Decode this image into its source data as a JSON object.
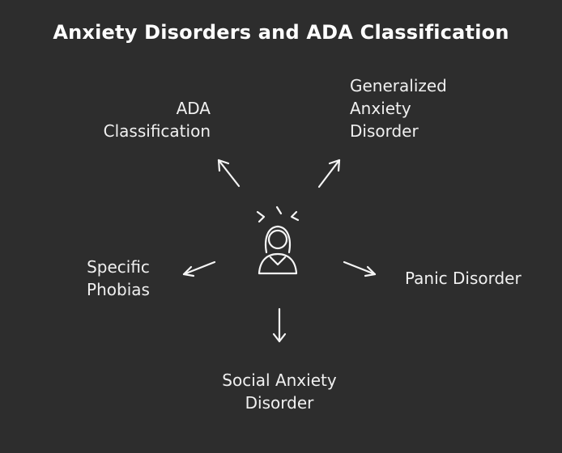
{
  "title": "Anxiety Disorders and ADA Classification",
  "center_icon": "stressed-person-icon",
  "nodes": [
    {
      "id": "ada",
      "label": "ADA\nClassification"
    },
    {
      "id": "gad",
      "label": "Generalized\nAnxiety\nDisorder"
    },
    {
      "id": "specific",
      "label": "Specific\nPhobias"
    },
    {
      "id": "panic",
      "label": "Panic Disorder"
    },
    {
      "id": "social",
      "label": "Social Anxiety\nDisorder"
    }
  ],
  "colors": {
    "background": "#2d2d2d",
    "foreground": "#f5f5f5"
  }
}
